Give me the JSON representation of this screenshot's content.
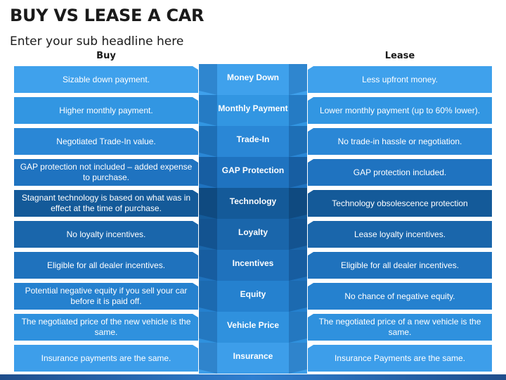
{
  "title": "BUY VS LEASE A CAR",
  "subtitle": "Enter your sub headline here",
  "columns": {
    "left": "Buy",
    "right": "Lease"
  },
  "rows": [
    {
      "buy": "Sizable down payment.",
      "feature": "Money Down",
      "lease": "Less upfront money.",
      "color": "#3fa1ec",
      "dark": "#2f86cf"
    },
    {
      "buy": "Higher monthly payment.",
      "feature": "Monthly Payment",
      "lease": "Lower monthly payment (up to 60% lower).",
      "color": "#3296e2",
      "dark": "#257bc4"
    },
    {
      "buy": "Negotiated Trade-In value.",
      "feature": "Trade-In",
      "lease": "No trade-in hassle or negotiation.",
      "color": "#2a87d6",
      "dark": "#1e6fb6"
    },
    {
      "buy": "GAP protection not included – added expense to purchase.",
      "feature": "GAP Protection",
      "lease": "GAP protection included.",
      "color": "#1f73c0",
      "dark": "#175ea2"
    },
    {
      "buy": "Stagnant technology is based on what was in effect at the time of purchase.",
      "feature": "Technology",
      "lease": "Technology obsolescence protection",
      "color": "#145a99",
      "dark": "#0f4a80"
    },
    {
      "buy": "No loyalty incentives.",
      "feature": "Loyalty",
      "lease": "Lease loyalty incentives.",
      "color": "#1a66ab",
      "dark": "#135390"
    },
    {
      "buy": "Eligible for all dealer incentives.",
      "feature": "Incentives",
      "lease": "Eligible for all dealer incentives.",
      "color": "#1f72bd",
      "dark": "#175da0"
    },
    {
      "buy": "Potential negative equity if you sell your car before it is paid off.",
      "feature": "Equity",
      "lease": "No chance of negative equity.",
      "color": "#2581cf",
      "dark": "#1c6ab0"
    },
    {
      "buy": "The negotiated price of the new vehicle is the same.",
      "feature": "Vehicle Price",
      "lease": "The negotiated price of a new vehicle is the same.",
      "color": "#2f91de",
      "dark": "#2478c0"
    },
    {
      "buy": "Insurance payments are the same.",
      "feature": "Insurance",
      "lease": "Insurance Payments are the same.",
      "color": "#3d9eea",
      "dark": "#2f84cc"
    }
  ]
}
